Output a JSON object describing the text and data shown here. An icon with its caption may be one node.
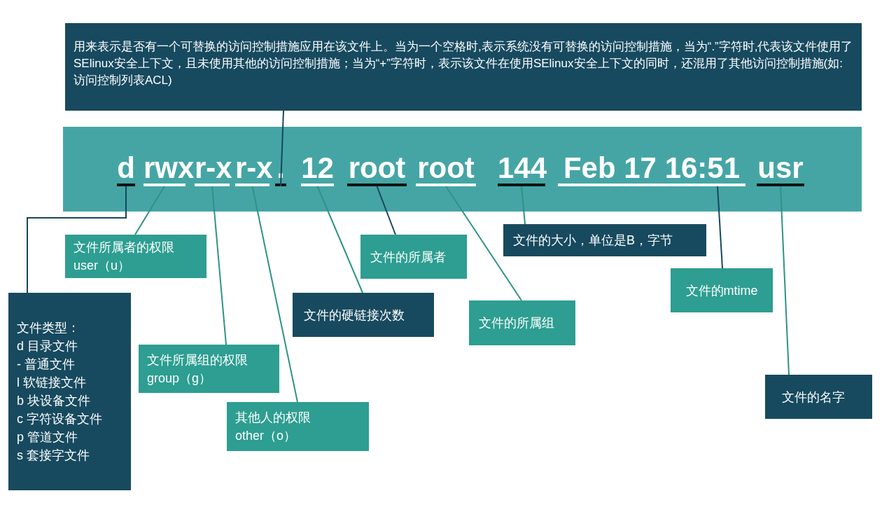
{
  "diagram": {
    "nodes": [
      {
        "text": [
          "用来表示是否有一个可替换的访问控制措施应用在该文件上。当为一个空格时,表示系统没有可替换的访问控制措施，当为“.”字符时,代表该文件使用了SElinux安全上下文，且未使用其他的访问控制措施；当为“+”字符时，表示该文件在使用SElinux安全上下文的同时，还混用了其他访问控制措施(如:访问控制列表ACL)"
        ]
      },
      {
        "text": [],
        "shape": "box"
      },
      {
        "text": [
          "d"
        ],
        "in": 1
      },
      {
        "text": [
          "rwx"
        ],
        "in": 1
      },
      {
        "text": [
          "r-x"
        ],
        "in": 1
      },
      {
        "text": [
          "r-x"
        ],
        "in": 1
      },
      {
        "text": [
          "."
        ],
        "in": 1
      },
      {
        "text": [
          "12"
        ],
        "in": 1
      },
      {
        "text": [
          "root"
        ],
        "in": 1
      },
      {
        "text": [
          "root"
        ],
        "in": 1
      },
      {
        "text": [
          "144"
        ],
        "in": 1
      },
      {
        "text": [
          "Feb 17 16:51"
        ],
        "in": 1
      },
      {
        "text": [
          "usr"
        ],
        "in": 1
      },
      {
        "text": [
          "文件所属者的权限",
          "user（u）"
        ]
      },
      {
        "text": [
          "文件的所属者"
        ]
      },
      {
        "text": [
          "文件的大小，单位是B，字节"
        ]
      },
      {
        "text": [
          "文件的mtime"
        ]
      },
      {
        "text": [
          "文件类型：",
          "d 目录文件",
          "- 普通文件",
          "l 软链接文件",
          "b 块设备文件",
          "c 字符设备文件",
          "p 管道文件",
          "s 套接字文件"
        ]
      },
      {
        "text": [
          "文件的硬链接次数"
        ]
      },
      {
        "text": [
          "文件的所属组"
        ]
      },
      {
        "text": [
          "文件所属组的权限",
          "group（g）"
        ]
      },
      {
        "text": [
          "其他人的权限",
          "other（o）"
        ]
      },
      {
        "text": [
          "文件的名字"
        ]
      }
    ],
    "edges": [
      {
        "from": 0,
        "to": 6,
        "arrow": "none",
        "color": "#17475e"
      },
      {
        "from": 17,
        "to": 2,
        "arrow": "none",
        "color": "#17475e"
      },
      {
        "from": 13,
        "to": 3,
        "arrow": "none"
      },
      {
        "from": 20,
        "to": 4,
        "arrow": "none"
      },
      {
        "from": 21,
        "to": 5,
        "arrow": "none"
      },
      {
        "from": 18,
        "to": 7,
        "arrow": "none"
      },
      {
        "from": 14,
        "to": 8,
        "arrow": "none",
        "color": "#17475e"
      },
      {
        "from": 19,
        "to": 9,
        "arrow": "none"
      },
      {
        "from": 15,
        "to": 10,
        "arrow": "none"
      },
      {
        "from": 16,
        "to": 11,
        "arrow": "none",
        "color": "#17475e"
      },
      {
        "from": 22,
        "to": 12,
        "arrow": "none"
      }
    ]
  }
}
